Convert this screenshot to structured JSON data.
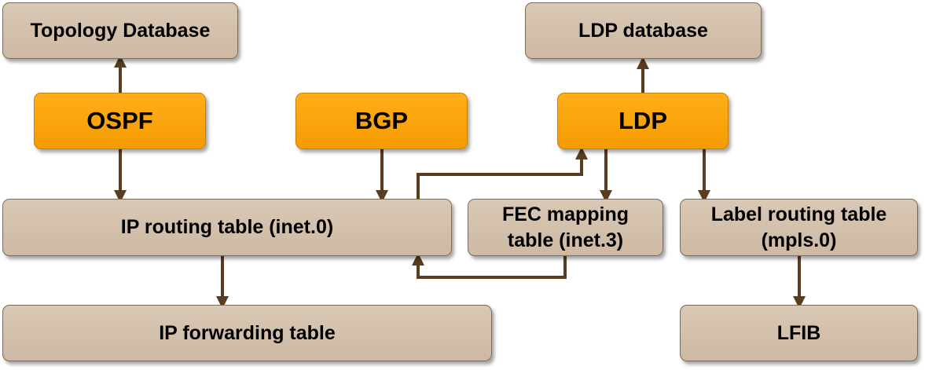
{
  "nodes": {
    "topology_db": "Topology Database",
    "ldp_db": "LDP database",
    "ospf": "OSPF",
    "bgp": "BGP",
    "ldp": "LDP",
    "ip_routing": "IP routing table (inet.0)",
    "fec_mapping_line1": "FEC mapping",
    "fec_mapping_line2": "table (inet.3)",
    "label_routing_line1": "Label routing table",
    "label_routing_line2": "(mpls.0)",
    "ip_forwarding": "IP forwarding table",
    "lfib": "LFIB"
  },
  "colors": {
    "protocol_fill": "#f9a30b",
    "table_fill": "#d3c0ab",
    "arrow": "#5a3d1e"
  }
}
